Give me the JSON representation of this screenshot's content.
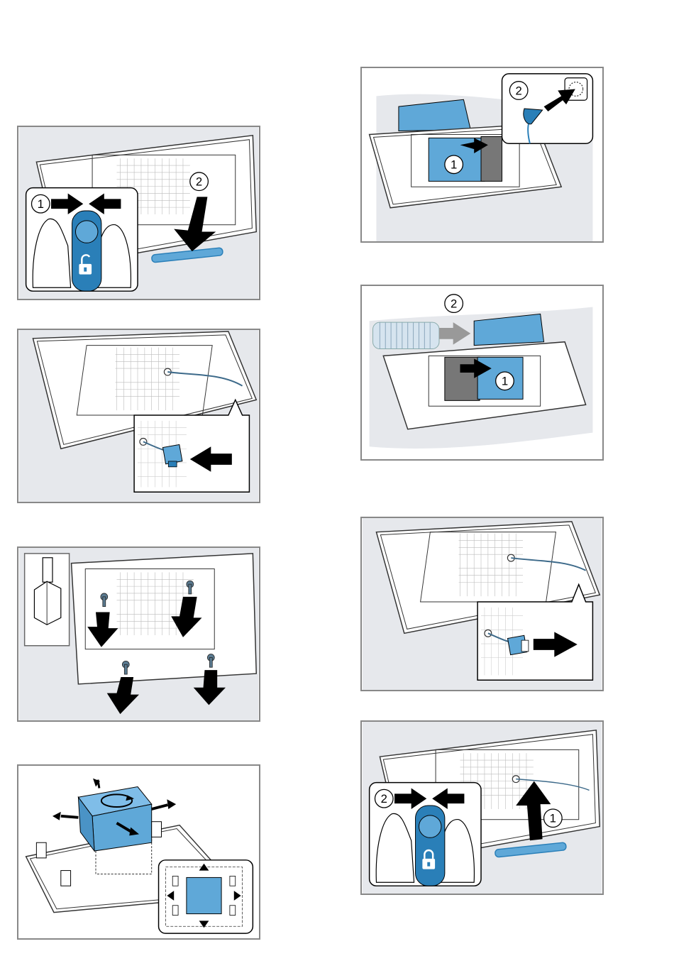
{
  "panels": [
    {
      "id": "step-left-1",
      "markers": [
        "1",
        "2"
      ]
    },
    {
      "id": "step-left-2",
      "markers": []
    },
    {
      "id": "step-left-3",
      "markers": []
    },
    {
      "id": "step-left-4",
      "markers": []
    },
    {
      "id": "step-right-1",
      "markers": [
        "2",
        "1"
      ]
    },
    {
      "id": "step-right-2",
      "markers": [
        "2",
        "1"
      ]
    },
    {
      "id": "step-right-3",
      "markers": []
    },
    {
      "id": "step-right-4",
      "markers": [
        "2",
        "1"
      ]
    }
  ],
  "colors": {
    "accent_blue": "#5fa8d8",
    "dark_blue": "#2a7fb8",
    "panel_border": "#888888",
    "background_gray": "#e6e8ec",
    "filter_gray": "#777777"
  },
  "icons": [
    "unlock-icon",
    "lock-icon",
    "power-plug-icon",
    "socket-icon",
    "screw-icon",
    "torx-bit-icon",
    "rotate-icon",
    "connector-icon",
    "duct-hose-icon"
  ]
}
